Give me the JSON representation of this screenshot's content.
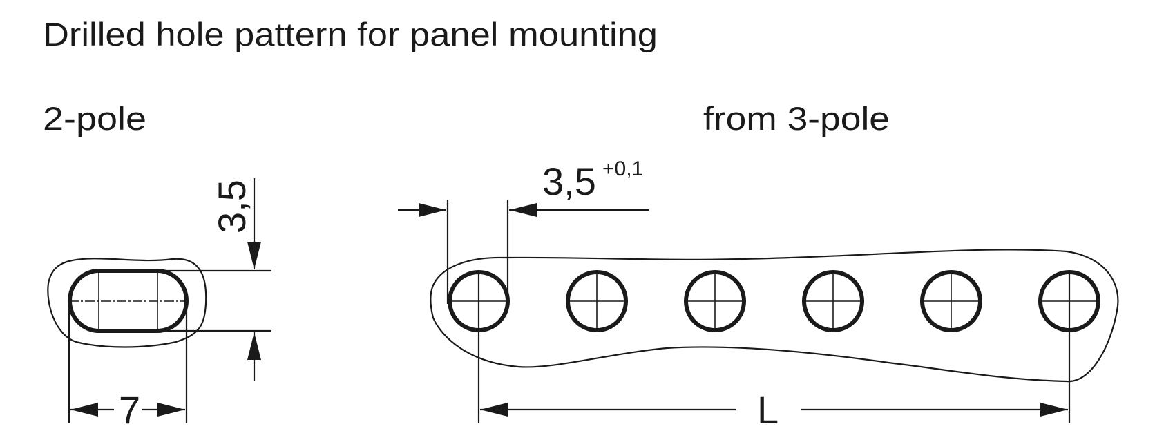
{
  "title": "Drilled hole pattern for panel mounting",
  "two_pole": {
    "label": "2-pole",
    "height_dim": "3,5",
    "width_dim": "7"
  },
  "multi_pole": {
    "label": "from 3-pole",
    "hole_dim": "3,5",
    "hole_tolerance": "+0,1",
    "length_dim": "L",
    "hole_count": 6
  }
}
